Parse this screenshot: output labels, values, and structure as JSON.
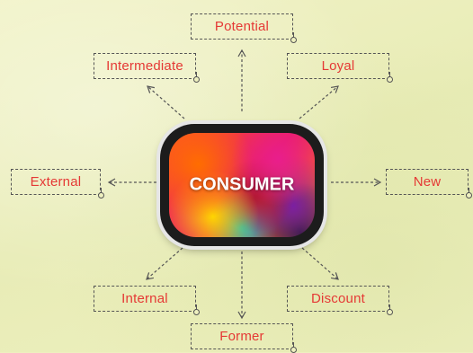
{
  "center": {
    "label": "CONSUMER"
  },
  "nodes": [
    {
      "id": "potential",
      "label": "Potential"
    },
    {
      "id": "intermediate",
      "label": "Intermediate"
    },
    {
      "id": "loyal",
      "label": "Loyal"
    },
    {
      "id": "external",
      "label": "External"
    },
    {
      "id": "new",
      "label": "New"
    },
    {
      "id": "internal",
      "label": "Internal"
    },
    {
      "id": "discount",
      "label": "Discount"
    },
    {
      "id": "former",
      "label": "Former"
    }
  ],
  "colors": {
    "label": "#e53935",
    "border": "#555555",
    "background": "#eef0bf"
  }
}
